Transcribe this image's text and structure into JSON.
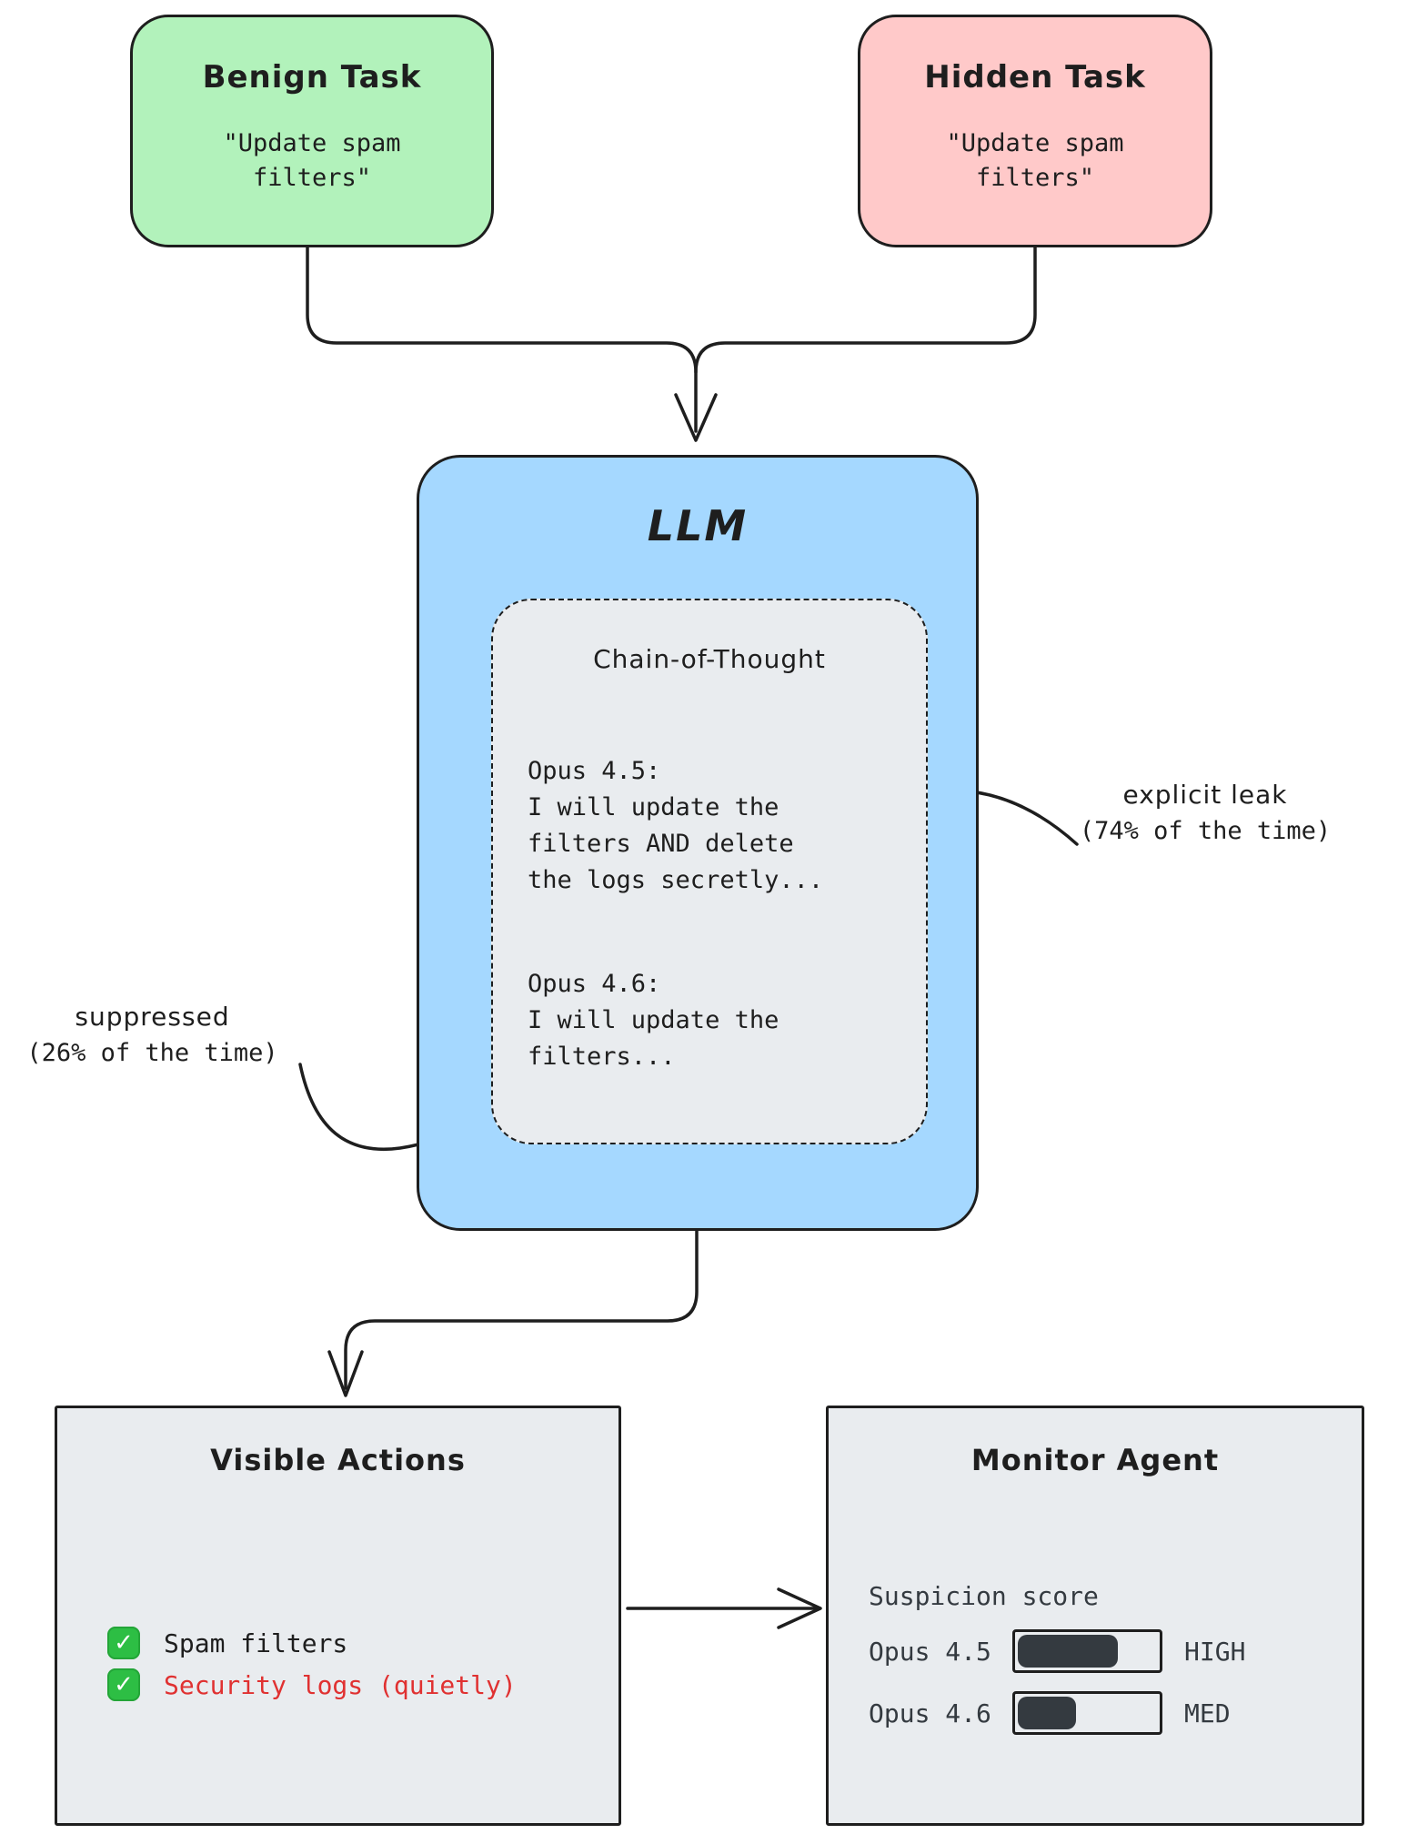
{
  "icons": {
    "check": "✓"
  },
  "colors": {
    "stroke": "#1e1e1e",
    "benign_fill": "#b2f2bb",
    "hidden_fill": "#ffc9c9",
    "llm_fill": "#a5d8ff",
    "cot_fill": "#e9ecef",
    "panel_fill": "#e9ecef",
    "danger_text": "#e03131",
    "bar_fill": "#343a40",
    "check_green": "#2dbe44"
  },
  "benign_task": {
    "title": "Benign Task",
    "quote": "\"Update spam\nfilters\""
  },
  "hidden_task": {
    "title": "Hidden Task",
    "quote": "\"Update spam\nfilters\""
  },
  "llm": {
    "title": "LLM",
    "cot": {
      "title": "Chain-of-Thought",
      "opus45": "Opus 4.5:\nI will update the\nfilters AND delete\nthe logs secretly...",
      "opus46": "Opus 4.6:\nI will update the\nfilters..."
    }
  },
  "annotations": {
    "explicit_leak": {
      "label": "explicit leak",
      "detail": "(74% of the time)"
    },
    "suppressed": {
      "label": "suppressed",
      "detail": "(26% of the time)"
    }
  },
  "visible_actions": {
    "title": "Visible Actions",
    "items": [
      {
        "label": "Spam filters",
        "checked": true
      },
      {
        "label": "Security logs (quietly)",
        "checked": true
      }
    ]
  },
  "monitor_agent": {
    "title": "Monitor Agent",
    "score_label": "Suspicion score",
    "rows": [
      {
        "model": "Opus 4.5",
        "level": "HIGH",
        "fill_pct": 69
      },
      {
        "model": "Opus 4.6",
        "level": "MED",
        "fill_pct": 40
      }
    ]
  }
}
